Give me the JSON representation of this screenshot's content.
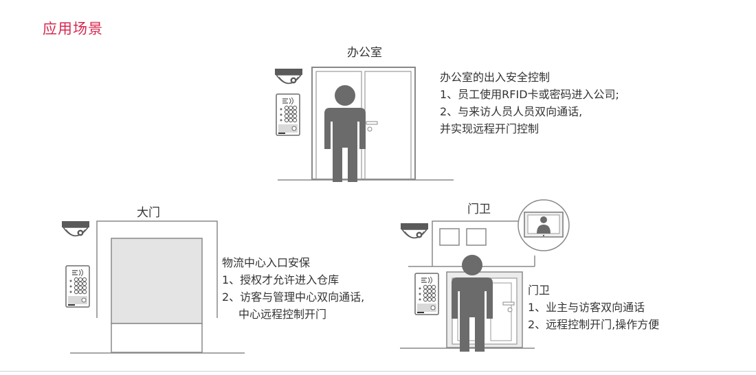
{
  "colors": {
    "accent": "#d6274d",
    "person": "#6b6b6b",
    "outline": "#888888",
    "panel": "#e6e6e6"
  },
  "header": {
    "title": "应用场景"
  },
  "scenes": {
    "office": {
      "label": "办公室",
      "desc_title": "办公室的出入安全控制",
      "lines": [
        "1、员工使用RFID卡或密码进入公司;",
        "2、与来访人员人员双向通话,",
        "并实现远程开门控制"
      ]
    },
    "gate": {
      "label": "大门",
      "desc_title": "物流中心入口安保",
      "lines": [
        "1、授权才允许进入仓库",
        "2、访客与管理中心双向通话,",
        "中心远程控制开门"
      ]
    },
    "guard": {
      "label": "门卫",
      "desc_title": "门卫",
      "lines": [
        "1、业主与访客双向通话",
        "2、远程控制开门,操作方便"
      ]
    }
  },
  "icons": [
    "dome-camera-icon",
    "access-keypad-icon",
    "person-icon",
    "monitor-icon"
  ]
}
